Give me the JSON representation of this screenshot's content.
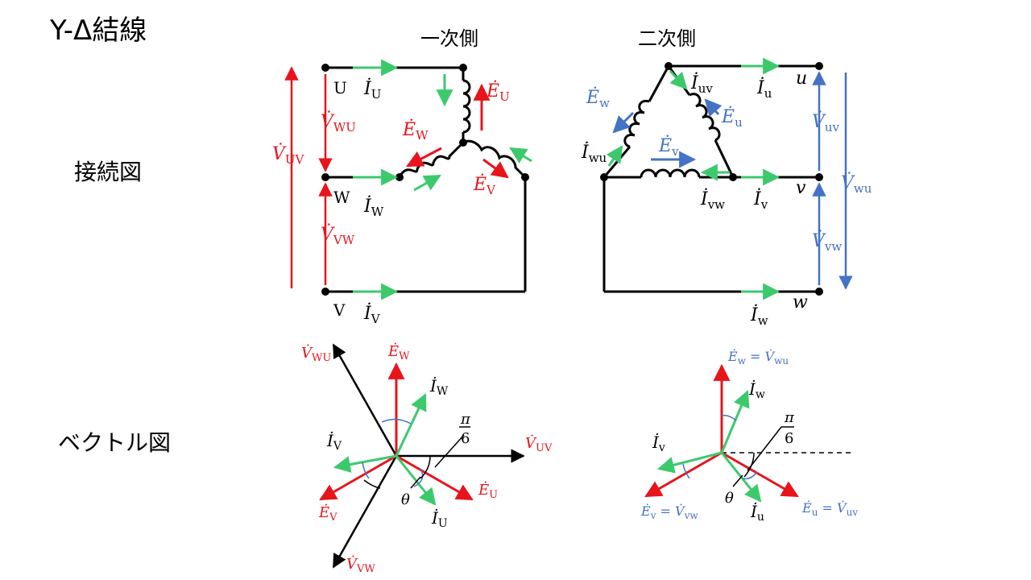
{
  "title": "Y-Δ結線",
  "section_connection": "接続図",
  "section_vector": "ベクトル図",
  "primary_side": "一次側",
  "secondary_side": "二次側",
  "colors": {
    "black": "#000000",
    "red": "#e8141b",
    "green": "#3cc96c",
    "blue": "#4472c4"
  },
  "primary": {
    "terminals": {
      "U": "U",
      "W": "W",
      "V": "V"
    },
    "currents": {
      "IU": {
        "base": "İ",
        "sub": "U"
      },
      "IW": {
        "base": "İ",
        "sub": "W"
      },
      "IV": {
        "base": "İ",
        "sub": "V"
      }
    },
    "emfs": {
      "EU": {
        "base": "Ė",
        "sub": "U"
      },
      "EW": {
        "base": "Ė",
        "sub": "W"
      },
      "EV": {
        "base": "Ė",
        "sub": "V"
      }
    },
    "voltages": {
      "VUV": {
        "base": "V̇",
        "sub": "UV"
      },
      "VWU": {
        "base": "V̇",
        "sub": "WU"
      },
      "VVW": {
        "base": "V̇",
        "sub": "VW"
      }
    }
  },
  "secondary": {
    "terminals": {
      "u": "u",
      "v": "v",
      "w": "w"
    },
    "currents": {
      "Iu": {
        "base": "İ",
        "sub": "u"
      },
      "Iv": {
        "base": "İ",
        "sub": "v"
      },
      "Iw": {
        "base": "İ",
        "sub": "w"
      },
      "Iuv": {
        "base": "İ",
        "sub": "uv"
      },
      "Ivw": {
        "base": "İ",
        "sub": "vw"
      },
      "Iwu": {
        "base": "İ",
        "sub": "wu"
      }
    },
    "emfs": {
      "Ew": {
        "base": "Ė",
        "sub": "w"
      },
      "Eu": {
        "base": "Ė",
        "sub": "u"
      },
      "Ev": {
        "base": "Ė",
        "sub": "v"
      }
    },
    "voltages": {
      "Vuv": {
        "base": "V̇",
        "sub": "uv"
      },
      "Vvw": {
        "base": "V̇",
        "sub": "vw"
      },
      "Vwu": {
        "base": "V̇",
        "sub": "wu"
      }
    }
  },
  "vector_primary": {
    "VWU": {
      "base": "V̇",
      "sub": "WU"
    },
    "EW": {
      "base": "Ė",
      "sub": "W"
    },
    "IW": {
      "base": "İ",
      "sub": "W"
    },
    "VUV": {
      "base": "V̇",
      "sub": "UV"
    },
    "IV": {
      "base": "İ",
      "sub": "V"
    },
    "EV": {
      "base": "Ė",
      "sub": "V"
    },
    "EU": {
      "base": "Ė",
      "sub": "U"
    },
    "IU": {
      "base": "İ",
      "sub": "U"
    },
    "VVW": {
      "base": "V̇",
      "sub": "VW"
    },
    "theta": "θ",
    "pi_num": "π",
    "pi_den": "6"
  },
  "vector_secondary": {
    "Ew_eq": {
      "base": "Ė",
      "sub": "w",
      "eq": " = ",
      "base2": "V̇",
      "sub2": "wu"
    },
    "Iw": {
      "base": "İ",
      "sub": "w"
    },
    "Iv": {
      "base": "İ",
      "sub": "v"
    },
    "Ev_eq": {
      "base": "Ė",
      "sub": "v",
      "eq": " = ",
      "base2": "V̇",
      "sub2": "vw"
    },
    "Eu_eq": {
      "base": "Ė",
      "sub": "u",
      "eq": " = ",
      "base2": "V̇",
      "sub2": "uv"
    },
    "Iu": {
      "base": "İ",
      "sub": "u"
    },
    "theta": "θ",
    "pi_num": "π",
    "pi_den": "6"
  }
}
